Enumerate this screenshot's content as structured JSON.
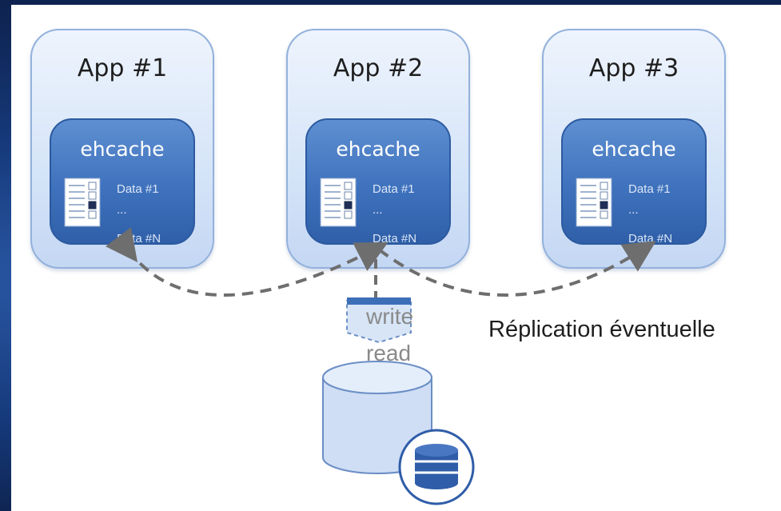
{
  "apps": [
    {
      "title": "App #1",
      "cache_label": "ehcache",
      "data_first": "Data #1",
      "data_ellipsis": "...",
      "data_last": "Data #N"
    },
    {
      "title": "App #2",
      "cache_label": "ehcache",
      "data_first": "Data #1",
      "data_ellipsis": "...",
      "data_last": "Data #N"
    },
    {
      "title": "App #3",
      "cache_label": "ehcache",
      "data_first": "Data #1",
      "data_ellipsis": "...",
      "data_last": "Data #N"
    }
  ],
  "flow": {
    "write_label": "write",
    "read_label": "read",
    "replication_label": "Réplication éventuelle"
  },
  "icons": {
    "server": "server-rack-icon",
    "database": "database-cylinder-icon",
    "database_badge": "database-stack-icon",
    "document": "document-icon"
  },
  "colors": {
    "app_box_fill": "#d5e4f8",
    "cache_box_fill": "#3f72bd",
    "arrow_color": "#6e6e6e"
  }
}
